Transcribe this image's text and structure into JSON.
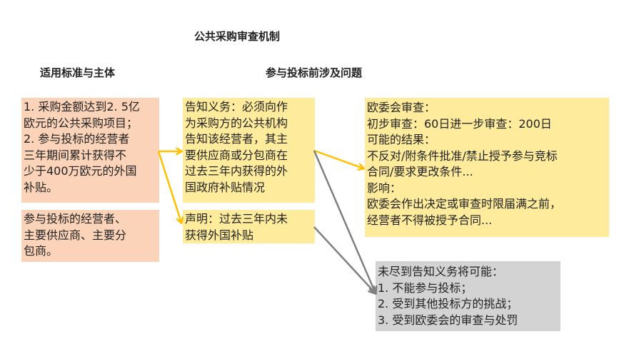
{
  "title": "公共采购审查机制",
  "headers": {
    "left": "适用标准与主体",
    "right": "参与投标前涉及问题"
  },
  "boxes": {
    "criteria": [
      "1. 采购金额达到2. 5亿",
      "欧元的公共采购项目；",
      "2. 参与投标的经营者",
      "三年期间累计获得不",
      "少于400万欧元的外国",
      "补贴。"
    ],
    "subjects": [
      "参与投标的经营者、",
      "主要供应商、主要分",
      "包商。"
    ],
    "notification": [
      "告知义务：必须向作",
      "为采购方的公共机构",
      "告知该经营者，其主",
      "要供应商或分包商在",
      "过去三年内获得的外",
      "国政府补贴情况"
    ],
    "declaration": [
      "声明：过去三年内未",
      "获得外国补贴"
    ],
    "review": [
      "欧委会审查：",
      "初步审查：60日进一步审查：200日",
      "可能的结果：",
      "不反对/附条件批准/禁止授予参与竞标",
      "合同/要求更改条件...",
      "影响：",
      "欧委会作出决定或审查时限届满之前，",
      "经营者不得被授予合同..."
    ],
    "consequences": [
      "未尽到告知义务将可能：",
      "1. 不能参与投标；",
      "2. 受到其他投标方的挑战；",
      "3. 受到欧委会的审查与处罚"
    ]
  },
  "colors": {
    "pink": "#fbd3b9",
    "yellow": "#feeb9c",
    "gray": "#d3d3d3",
    "orange_arrow": "#ffc000",
    "gray_arrow": "#808080"
  }
}
